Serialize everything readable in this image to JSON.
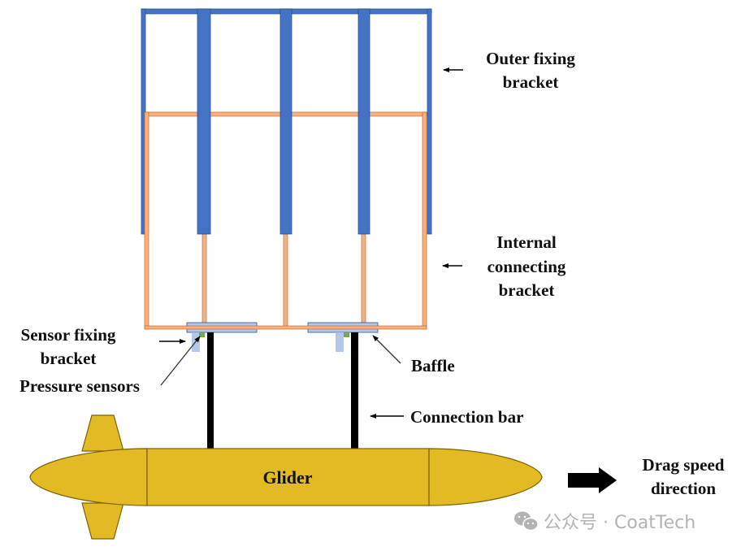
{
  "colors": {
    "outer_bracket": "#4472c4",
    "outer_bracket_stroke": "#2f528f",
    "internal_bracket": "#f4b183",
    "internal_bracket_stroke": "#c55a11",
    "baffle": "#b4c7e7",
    "baffle_stroke": "#2f528f",
    "sensor_bracket": "#b4c7e7",
    "pressure_sensor": "#70ad47",
    "connection_bar": "#000000",
    "glider": "#e2bb24",
    "glider_stroke": "#7f6000",
    "arrow": "#000000",
    "watermark": "#b3b3b3"
  },
  "labels": {
    "outer_fixing_bracket": [
      "Outer fixing",
      "bracket"
    ],
    "internal_connecting_bracket": [
      "Internal",
      "connecting",
      "bracket"
    ],
    "sensor_fixing_bracket": [
      "Sensor fixing",
      "bracket"
    ],
    "pressure_sensors": "Pressure sensors",
    "baffle": "Baffle",
    "connection_bar": "Connection bar",
    "glider": "Glider",
    "drag_speed_direction": [
      "Drag speed",
      "direction"
    ]
  },
  "watermark": {
    "icon": "wechat-icon",
    "text": "公众号 · CoatTech"
  }
}
